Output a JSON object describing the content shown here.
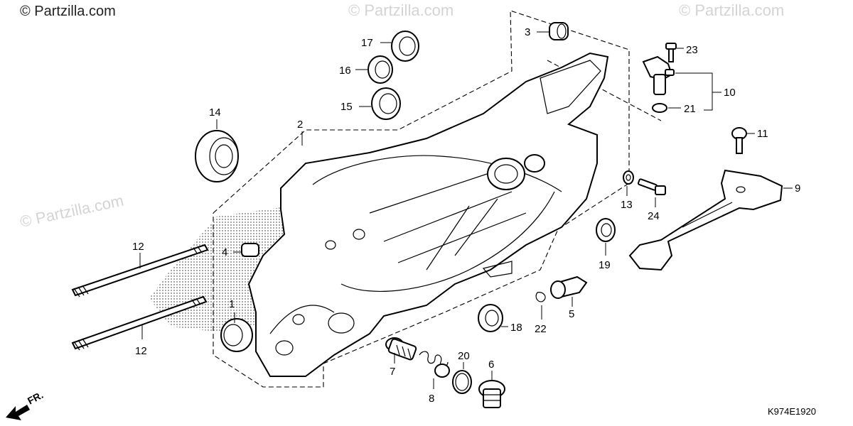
{
  "watermarks": [
    "© Partzilla.com",
    "© Partzilla.com",
    "© Partzilla.com",
    "© Partzilla.com"
  ],
  "diagram_code": "K974E1920",
  "direction_label": "FR.",
  "callouts": {
    "c1": "1",
    "c2": "2",
    "c3": "3",
    "c4": "4",
    "c5": "5",
    "c6": "6",
    "c7": "7",
    "c8": "8",
    "c9": "9",
    "c10": "10",
    "c11": "11",
    "c12a": "12",
    "c12b": "12",
    "c13": "13",
    "c14": "14",
    "c15": "15",
    "c16": "16",
    "c17": "17",
    "c18": "18",
    "c19": "19",
    "c20": "20",
    "c21": "21",
    "c22": "22",
    "c23": "23",
    "c24": "24"
  }
}
